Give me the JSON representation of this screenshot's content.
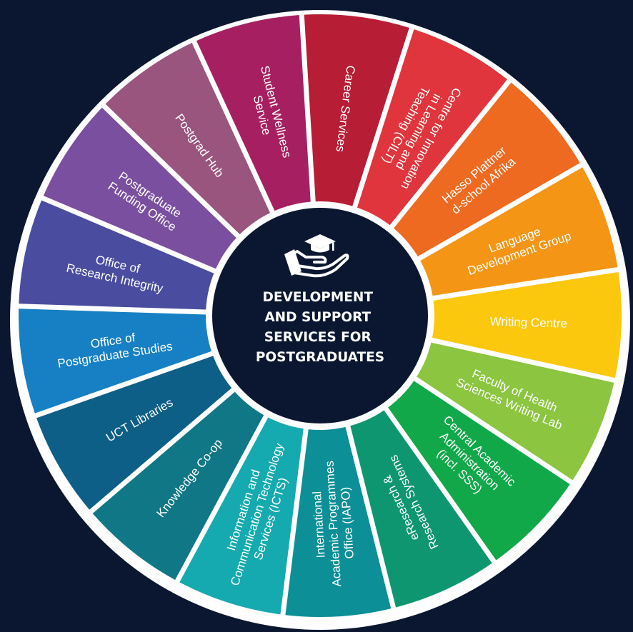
{
  "center": {
    "icon": "graduation-cap-hand-icon",
    "title_lines": [
      "DEVELOPMENT",
      "AND SUPPORT",
      "SERVICES FOR",
      "POSTGRADUATES"
    ]
  },
  "colors": {
    "background": "#0b1730",
    "ring": "#ffffff",
    "hub": "#0b1730"
  },
  "segments": [
    {
      "lines": [
        "Career Services"
      ],
      "color": "#b81d36"
    },
    {
      "lines": [
        "Centre for Innovation",
        "in Learning and",
        "Teaching (CILT)"
      ],
      "color": "#e0353c"
    },
    {
      "lines": [
        "Hasso Plattner",
        "d-school Afrika"
      ],
      "color": "#ef6a21"
    },
    {
      "lines": [
        "Language",
        "Development Group"
      ],
      "color": "#f49515"
    },
    {
      "lines": [
        "Writing Centre"
      ],
      "color": "#fcc80d"
    },
    {
      "lines": [
        "Faculty of Health",
        "Sciences Writing Lab"
      ],
      "color": "#8cc540"
    },
    {
      "lines": [
        "Central Academic",
        "Administration",
        "(incl. SSS)"
      ],
      "color": "#11a84a"
    },
    {
      "lines": [
        "eResearch &",
        "Research Systems"
      ],
      "color": "#0e9670"
    },
    {
      "lines": [
        "International",
        "Academic Programmes",
        "Office (IAPO)"
      ],
      "color": "#0d8f97"
    },
    {
      "lines": [
        "Information and",
        "Communication Technology",
        "Services (ICTS)"
      ],
      "color": "#15aab0"
    },
    {
      "lines": [
        "Knowledge Co-op"
      ],
      "color": "#0f7785"
    },
    {
      "lines": [
        "UCT Libraries"
      ],
      "color": "#0d5f87"
    },
    {
      "lines": [
        "Office of",
        "Postgraduate Studies"
      ],
      "color": "#1780c4"
    },
    {
      "lines": [
        "Office of",
        "Research Integrity"
      ],
      "color": "#4a4d9f"
    },
    {
      "lines": [
        "Postgraduate",
        "Funding Office"
      ],
      "color": "#7a4fa0"
    },
    {
      "lines": [
        "Postgrad Hub"
      ],
      "color": "#9a557e"
    },
    {
      "lines": [
        "Student Wellness",
        "Service"
      ],
      "color": "#a62061"
    }
  ]
}
